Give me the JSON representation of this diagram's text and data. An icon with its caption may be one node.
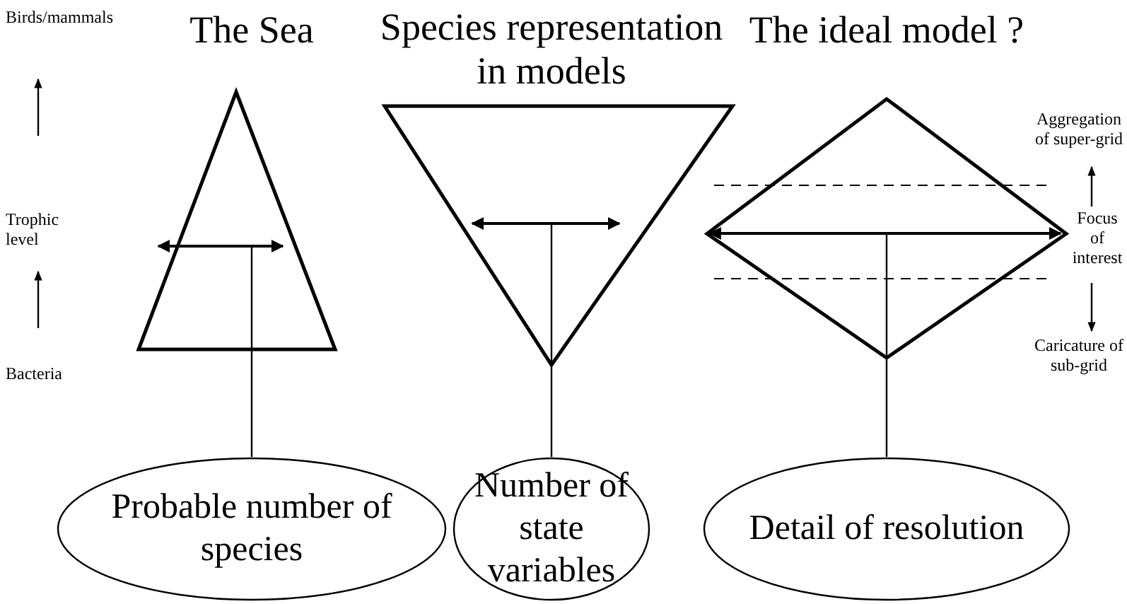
{
  "diagram": {
    "nodes": [
      {
        "text": [],
        "shape": "triangle"
      },
      {
        "text": [],
        "shape": "triangle"
      },
      {
        "text": [],
        "shape": "diamond"
      },
      {
        "text": [
          "Probable number of species"
        ]
      },
      {
        "text": [
          "Number of state variables"
        ]
      },
      {
        "text": [
          "Detail of resolution"
        ]
      }
    ],
    "edges": [
      {
        "from": 3,
        "to": 0,
        "arrow": "none"
      },
      {
        "from": 4,
        "to": 1,
        "arrow": "none"
      },
      {
        "from": 5,
        "to": 2,
        "arrow": "none"
      }
    ],
    "labels": [
      "The Sea",
      "Species representation in models",
      "The ideal model ?",
      "Birds/mammals",
      "Trophic level",
      "Bacteria",
      "Aggregation of super-grid",
      "Focus of interest",
      "Caricature of sub-grid"
    ]
  }
}
